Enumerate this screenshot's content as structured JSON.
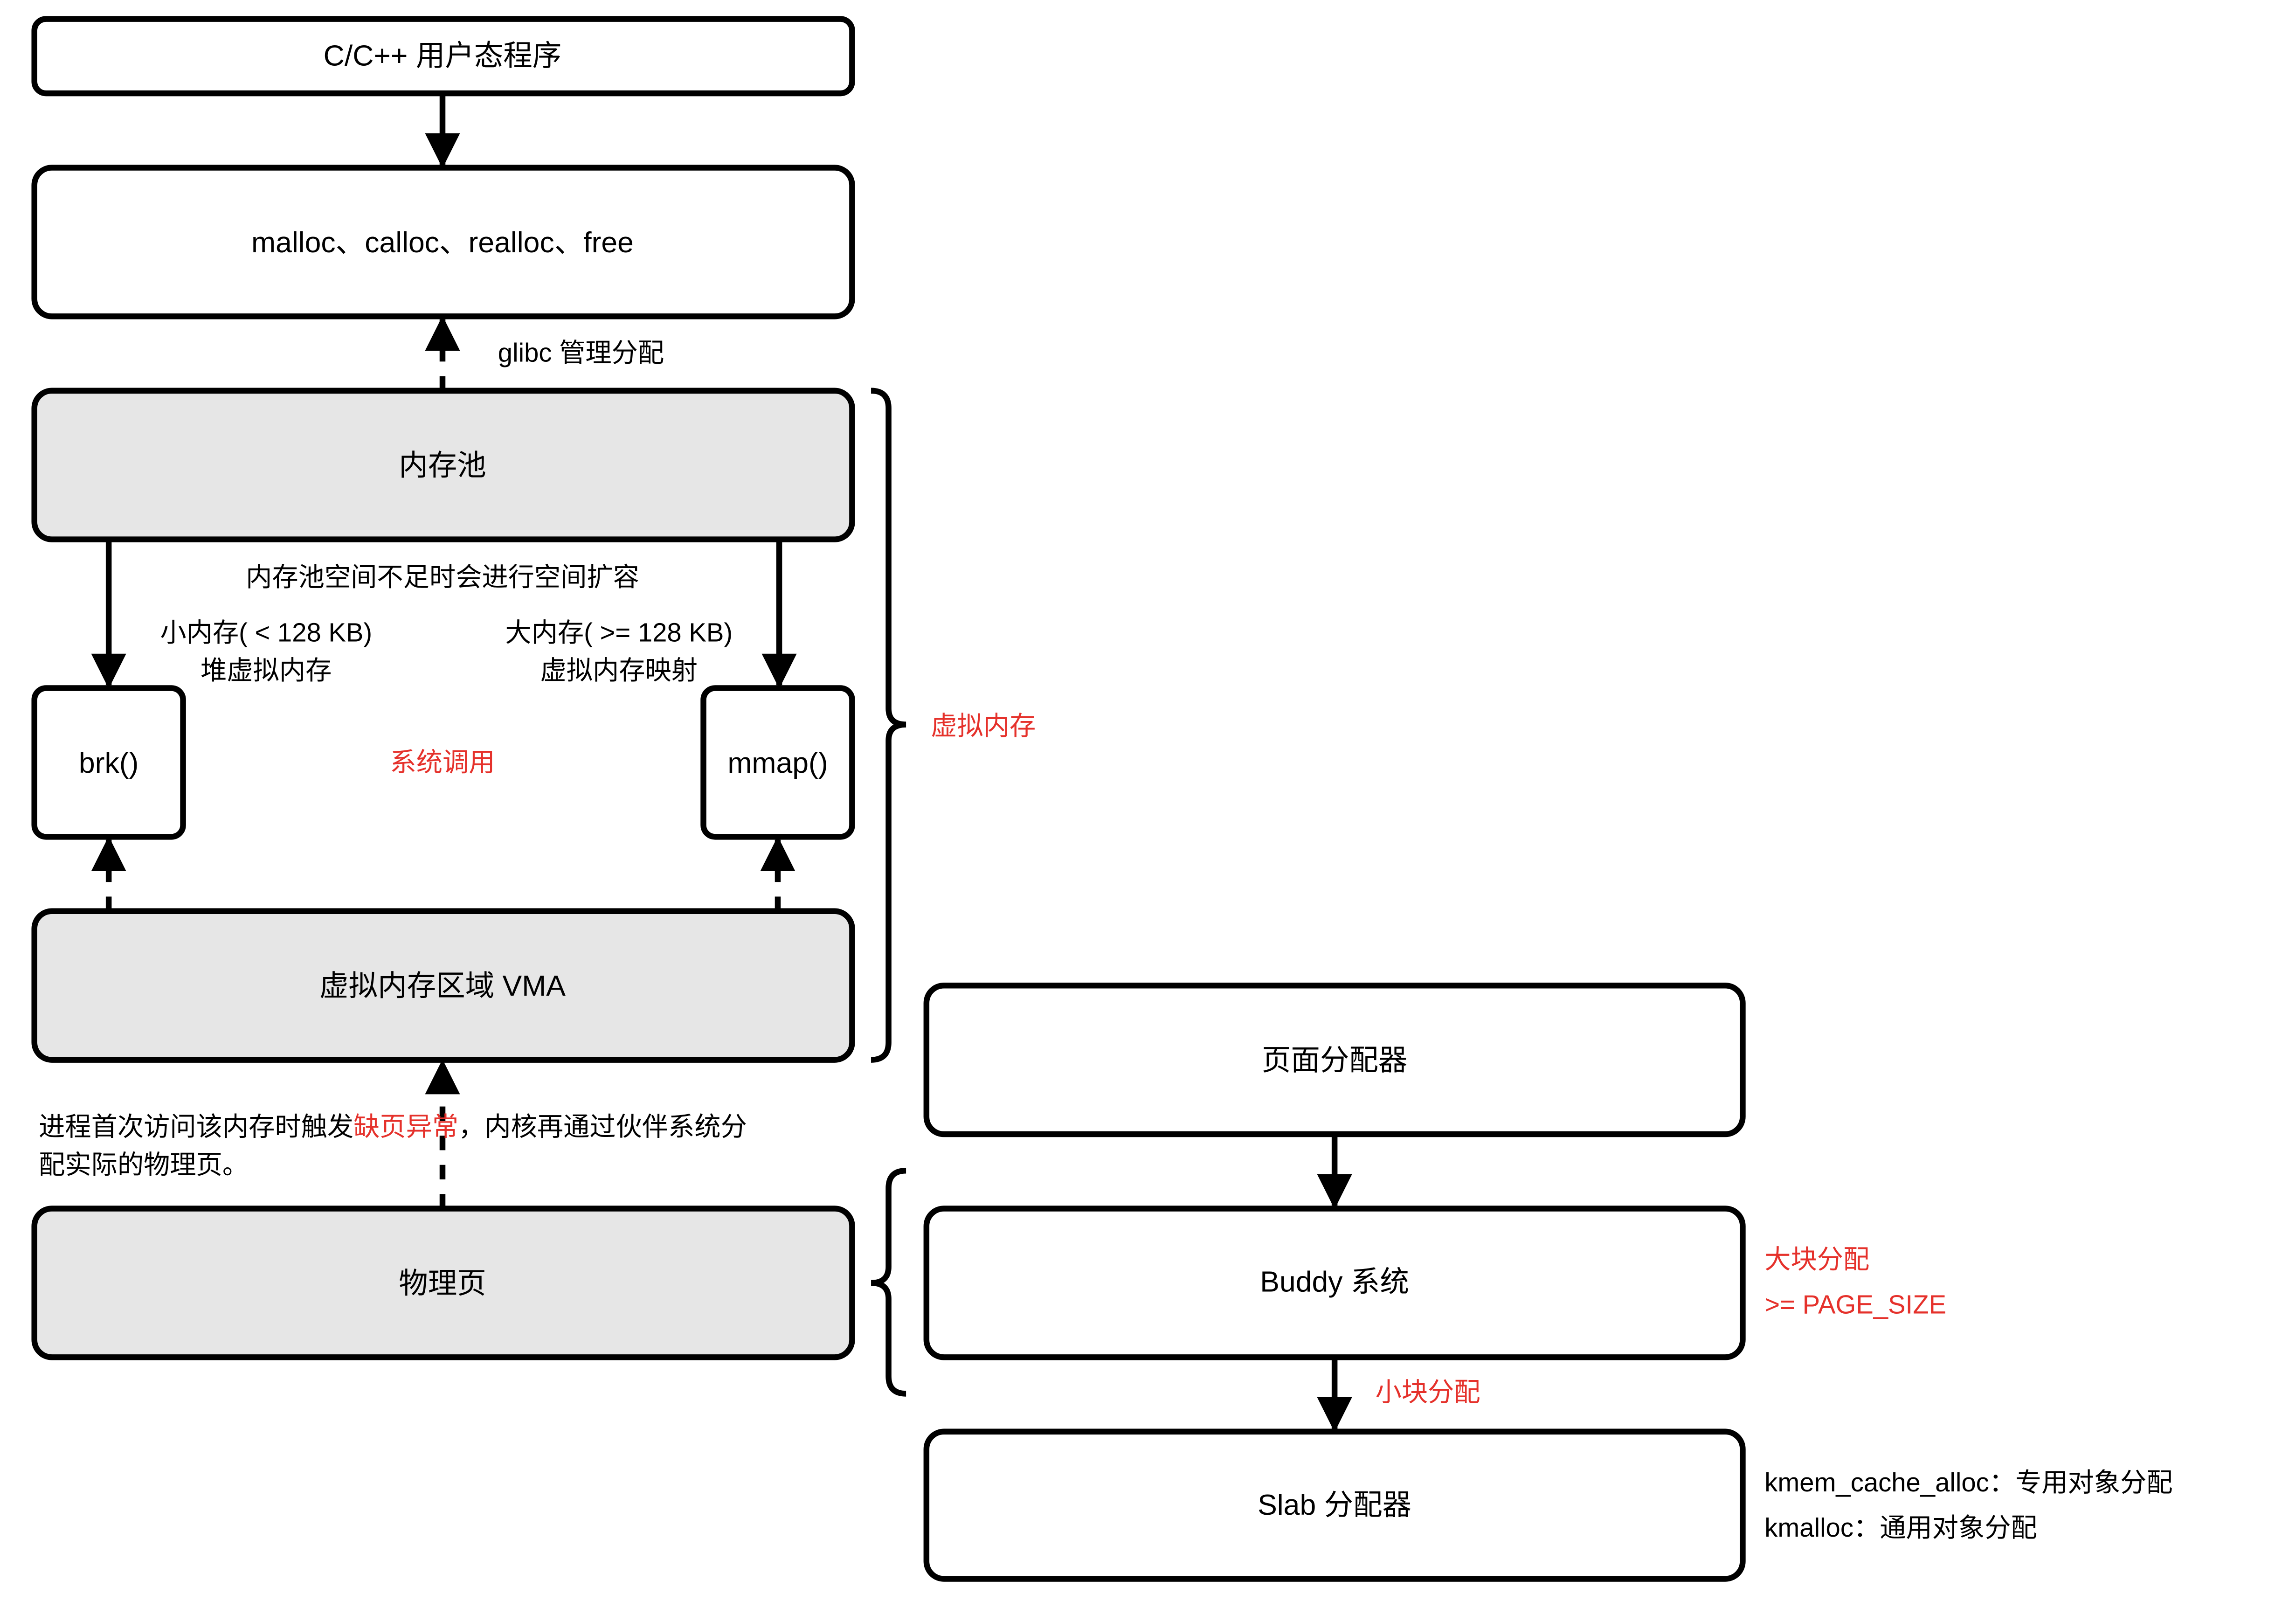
{
  "left_column": {
    "user_program": "C/C++ 用户态程序",
    "alloc_functions": "malloc、calloc、realloc、free",
    "glibc_note": "glibc 管理分配",
    "memory_pool": "内存池",
    "pool_expand_note": "内存池空间不足时会进行空间扩容",
    "small_mem_line1": "小内存( < 128 KB)",
    "small_mem_line2": "堆虚拟内存",
    "large_mem_line1": "大内存( >= 128 KB)",
    "large_mem_line2": "虚拟内存映射",
    "brk": "brk()",
    "syscall_label": "系统调用",
    "mmap": "mmap()",
    "vma": "虚拟内存区域 VMA",
    "page_fault_note_line1_pre": "进程首次访问该内存时触发",
    "page_fault_note_line1_red": "缺页异常",
    "page_fault_note_line1_post": "，内核再通过伙伴系统分",
    "page_fault_note_line2": "配实际的物理页。",
    "physical_page": "物理页",
    "virtual_memory_brace_label": "虚拟内存"
  },
  "right_column": {
    "page_allocator": "页面分配器",
    "buddy_system": "Buddy 系统",
    "large_block_line1": "大块分配",
    "large_block_line2": ">= PAGE_SIZE",
    "small_block": "小块分配",
    "slab_allocator": "Slab 分配器",
    "kmem_cache_note": "kmem_cache_alloc：专用对象分配",
    "kmalloc_note": "kmalloc：通用对象分配"
  },
  "colors": {
    "accent_red": "#e5312b",
    "grey_fill": "#e6e6e6",
    "stroke": "#000000"
  }
}
